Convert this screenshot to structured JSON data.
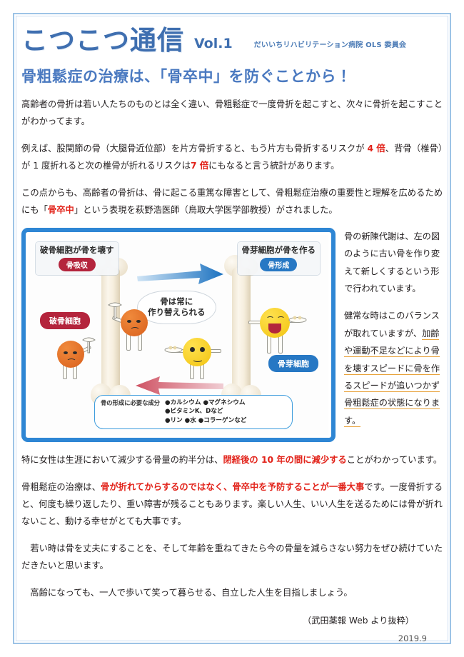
{
  "header": {
    "title": "こつこつ通信",
    "volume": "Vol.1",
    "organization": "だいいちリハビリテーション病院 OLS 委員会",
    "headline": "骨粗鬆症の治療は、「骨卒中」を防ぐことから！"
  },
  "body": {
    "p1": "高齢者の骨折は若い人たちのものとは全く違い、骨粗鬆症で一度骨折を起こすと、次々に骨折を起こすことがわかってます。",
    "p2_a": "例えば、股関節の骨（大腿骨近位部）を片方骨折すると、もう片方も骨折するリスクが ",
    "p2_red1": "4 倍",
    "p2_b": "、背骨（椎骨）が 1 度折れると次の椎骨が折れるリスクは",
    "p2_red2": "7 倍",
    "p2_c": "にもなると言う統計があります。",
    "p3_a": "この点からも、高齢者の骨折は、骨に起こる重篤な障害として、骨粗鬆症治療の重要性と理解を広めるためにも「",
    "p3_red": "骨卒中",
    "p3_b": "」という表現を萩野浩医師（鳥取大学医学部教授）がされました。",
    "p4_a": "特に女性は生涯において減少する骨量の約半分は、",
    "p4_red": "閉経後の 10 年の間に減少する",
    "p4_b": "ことがわかっています。",
    "p5_a": "骨粗鬆症の治療は、",
    "p5_red": "骨が折れてからするのではなく、骨卒中を予防することが一番大事",
    "p5_b": "です。一度骨折すると、何度も繰り返したり、重い障害が残ることもあります。楽しい人生、いい人生を送るためには骨が折れないこと、動ける幸せがとても大事です。",
    "p6": "若い時は骨を丈夫にすることを、そして年齢を重ねてきたら今の骨量を減らさない努力をぜひ続けていただきたいと思います。",
    "p7": "高齢になっても、一人で歩いて笑って暮らせる、自立した人生を目指しましょう。"
  },
  "side_column": {
    "para1": "骨の新陳代謝は、左の図のように古い骨を作り変えて新しくするという形で行われています。",
    "para2_plain": "健常な時はこのバランスが取れていますが、",
    "para2_underlined": "加齢や運動不足などにより骨を壊すスピードに骨を作るスピードが追いつかず骨粗鬆症の状態になります。"
  },
  "figure": {
    "left_label_title": "破骨細胞が骨を壊す",
    "left_label_pill": "骨吸収",
    "right_label_title": "骨芽細胞が骨を作る",
    "right_label_pill": "骨形成",
    "left_tag": "破骨細胞",
    "right_tag": "骨芽細胞",
    "center_bubble": "骨は常に\n作り替えられる",
    "center_bubble_line1": "骨は常に",
    "center_bubble_line2": "作り替えられる",
    "nutrients_title": "骨の形成に必要な成分",
    "nutrients": [
      "●カルシウム ●マグネシウム",
      "●ビタミンK、Dなど",
      "●リン ●水 ●コラーゲンなど"
    ]
  },
  "footer": {
    "source": "（武田薬報 Web より抜粋）",
    "date": "2019.9"
  },
  "colors": {
    "brand_blue": "#3f6fb0",
    "headline_blue": "#4a79c0",
    "accent_red": "#e2231a",
    "figure_border": "#2e86d4",
    "resorption_red": "#b4243c",
    "formation_blue": "#2778c4",
    "underline_orange": "#e8a33d"
  }
}
